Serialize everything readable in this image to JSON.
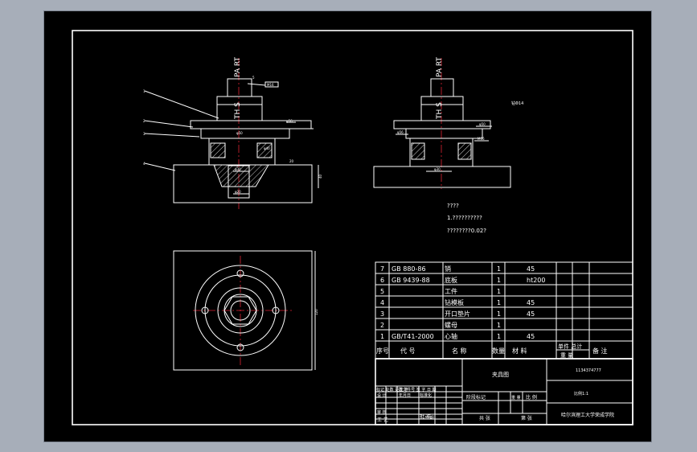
{
  "colors": {
    "background": "#000000",
    "frame": "#a7aeb9",
    "line": "#ffffff",
    "center_line": "#dd2233"
  },
  "views": {
    "front": {
      "vertical_text": "PA RT",
      "vertical_text2": "TH  S",
      "balloon_labels": [
        "1",
        "2",
        "3",
        "4",
        "5"
      ],
      "dim_labels": [
        "M16",
        "φ56",
        "φ50",
        "φ40",
        "φ30",
        "φ20",
        "40",
        "20"
      ]
    },
    "side": {
      "vertical_text": "PA RT",
      "vertical_text2": "TH  S",
      "dim_labels": [
        "φ56",
        "φ50",
        "M16",
        "φ30"
      ],
      "note_label": "钻Φ14"
    }
  },
  "tech_requirements": {
    "title": "????",
    "line1": "1.??????????",
    "line2": "????????0.02?"
  },
  "plan_view": {
    "dim_label": "120"
  },
  "parts_table": {
    "rows": [
      {
        "no": "7",
        "code": "GB 880-86",
        "name": "销",
        "qty": "1",
        "material": "45"
      },
      {
        "no": "6",
        "code": "GB 9439-88",
        "name": "底板",
        "qty": "1",
        "material": "ht200"
      },
      {
        "no": "5",
        "code": "",
        "name": "工件",
        "qty": "1",
        "material": ""
      },
      {
        "no": "4",
        "code": "",
        "name": "钻模板",
        "qty": "1",
        "material": "45"
      },
      {
        "no": "3",
        "code": "",
        "name": "开口垫片",
        "qty": "1",
        "material": "45"
      },
      {
        "no": "2",
        "code": "",
        "name": "螺母",
        "qty": "1",
        "material": ""
      },
      {
        "no": "1",
        "code": "GB/T41-2000",
        "name": "心轴",
        "qty": "1",
        "material": "45"
      }
    ],
    "headers": {
      "no": "序号",
      "code": "代    号",
      "name": "名      称",
      "qty": "数量",
      "material": "材      料",
      "unit_total": "单件 总计",
      "weight": "重    量",
      "remark": "备      注"
    }
  },
  "title_block": {
    "name": "夹具图",
    "drawing_no": "1134374777",
    "scale_label": "比例1:1",
    "school": "哈尔滨理工大学荣成学院",
    "marks": "标记 处数 更改文件号 签 字 日 期",
    "design": "设 计",
    "std": "标准化",
    "check": "审 核",
    "craft": "工 艺",
    "date_label": "日 期",
    "approve": "批 准",
    "stage": "阶段标记",
    "weight": "重 量",
    "ratio": "比 例",
    "sheet_total": "共   张",
    "sheet_no": "第   张",
    "sign": "签 字",
    "ymd": "年月日"
  }
}
